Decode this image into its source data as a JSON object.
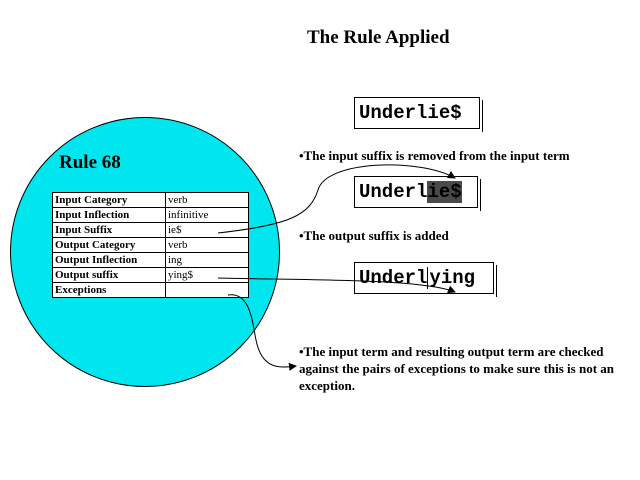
{
  "title": "The Rule Applied",
  "rule": {
    "name": "Rule 68",
    "rows": [
      {
        "label": "Input Category",
        "value": "verb"
      },
      {
        "label": "Input Inflection",
        "value": "infinitive"
      },
      {
        "label": "Input Suffix",
        "value": "ie$"
      },
      {
        "label": "Output Category",
        "value": "verb"
      },
      {
        "label": "Output Inflection",
        "value": "ing"
      },
      {
        "label": "Output suffix",
        "value": "ying$"
      },
      {
        "label": "Exceptions",
        "value": ""
      }
    ]
  },
  "terms": {
    "step1": "Underlie$",
    "step2_stem": "Underl",
    "step2_removed": "ie$",
    "step3_stem": "Underl",
    "step3_added": "ying"
  },
  "bullets": {
    "b1": "•The input suffix is removed from the input term",
    "b2": "•The output suffix is added",
    "b3": "•The input term and resulting output term are checked against the pairs of exceptions to make sure this is not an exception."
  }
}
